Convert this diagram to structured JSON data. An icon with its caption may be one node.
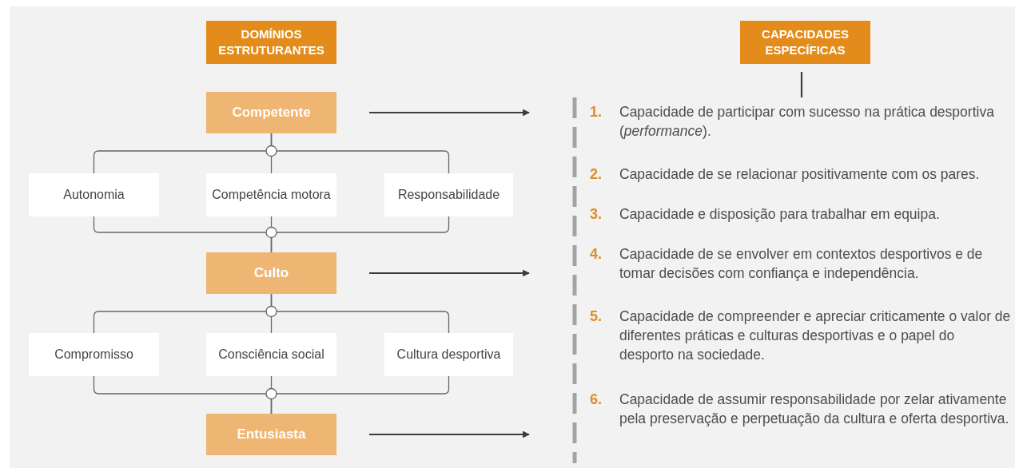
{
  "diagram": {
    "nodes": [
      {
        "text": [
          "DOMÍNIOS ESTRUTURANTES"
        ]
      },
      {
        "text": [
          "CAPACIDADES ESPECÍFICAS"
        ]
      },
      {
        "text": [
          "Competente"
        ]
      },
      {
        "text": [
          "Autonomia"
        ]
      },
      {
        "text": [
          "Competência motora"
        ]
      },
      {
        "text": [
          "Responsabilidade"
        ]
      },
      {
        "text": [
          "Culto"
        ]
      },
      {
        "text": [
          "Compromisso"
        ]
      },
      {
        "text": [
          "Consciência social"
        ]
      },
      {
        "text": [
          "Cultura desportiva"
        ]
      },
      {
        "text": [
          "Entusiasta"
        ]
      }
    ],
    "edges": [
      {
        "from": 2,
        "to": null,
        "arrow": "to"
      },
      {
        "from": 2,
        "to": 3,
        "arrow": "none"
      },
      {
        "from": 2,
        "to": 4,
        "arrow": "none"
      },
      {
        "from": 2,
        "to": 5,
        "arrow": "none"
      },
      {
        "from": 3,
        "to": 6,
        "arrow": "none"
      },
      {
        "from": 4,
        "to": 6,
        "arrow": "none"
      },
      {
        "from": 5,
        "to": 6,
        "arrow": "none"
      },
      {
        "from": 6,
        "to": null,
        "arrow": "to"
      },
      {
        "from": 6,
        "to": 7,
        "arrow": "none"
      },
      {
        "from": 6,
        "to": 8,
        "arrow": "none"
      },
      {
        "from": 6,
        "to": 9,
        "arrow": "none"
      },
      {
        "from": 7,
        "to": 10,
        "arrow": "none"
      },
      {
        "from": 8,
        "to": 10,
        "arrow": "none"
      },
      {
        "from": 9,
        "to": 10,
        "arrow": "none"
      },
      {
        "from": 10,
        "to": null,
        "arrow": "to"
      },
      {
        "from": 1,
        "to": null,
        "arrow": "none"
      }
    ],
    "labels": [
      "1.",
      "Capacidade de participar com sucesso na prática desportiva (*performance*).",
      "2.",
      "Capacidade de se relacionar positivamente com os pares.",
      "3.",
      "Capacidade e disposição para trabalhar em equipa.",
      "4.",
      "Capacidade de se envolver em contextos desportivos e de tomar decisões com confiança e independência.",
      "5.",
      "Capacidade de compreender e apreciar criticamente o valor de diferentes práticas e culturas desportivas e o papel do desporto na sociedade.",
      "6.",
      "Capacidade de assumir responsabilidade por zelar ativamente pela preservação e perpetuação da cultura e oferta desportiva."
    ]
  }
}
